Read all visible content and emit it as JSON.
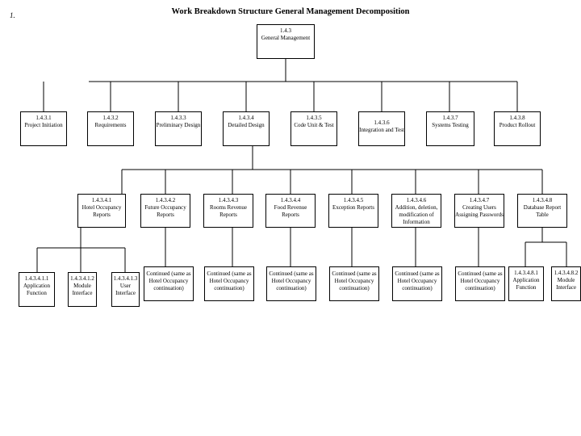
{
  "page_number": "1.",
  "title": "Work Breakdown Structure General Management Decomposition",
  "root": {
    "id": "1.4.3",
    "name": "General Management"
  },
  "level2": [
    {
      "id": "1.4.3.1",
      "name": "Project Initiation"
    },
    {
      "id": "1.4.3.2",
      "name": "Requirements"
    },
    {
      "id": "1.4.3.3",
      "name": "Preliminary Design"
    },
    {
      "id": "1.4.3.4",
      "name": "Detailed Design"
    },
    {
      "id": "1.4.3.5",
      "name": "Code Unit & Test"
    },
    {
      "id": "1.4.3.6",
      "name": "Integration and Test"
    },
    {
      "id": "1.4.3.7",
      "name": "Systems Testing"
    },
    {
      "id": "1.4.3.8",
      "name": "Product Rollout"
    }
  ],
  "level3": [
    {
      "id": "1.4.3.4.1",
      "name": "Hotel Occupancy Reports"
    },
    {
      "id": "1.4.3.4.2",
      "name": "Future Occupancy Reports"
    },
    {
      "id": "1.4.3.4.3",
      "name": "Rooms Revenue Reports"
    },
    {
      "id": "1.4.3.4.4",
      "name": "Food Revenue Reports"
    },
    {
      "id": "1.4.3.4.5",
      "name": "Exception Reports"
    },
    {
      "id": "1.4.3.4.6",
      "name": "Addition, deletion, modification of Information"
    },
    {
      "id": "1.4.3.4.7",
      "name": "Creating Users Assigning Passwords"
    },
    {
      "id": "1.4.3.4.8",
      "name": "Database Report Table"
    }
  ],
  "level4": [
    {
      "id": "1.4.3.4.1.1",
      "name": "Application Function"
    },
    {
      "id": "1.4.3.4.1.2",
      "name": "Module Interface"
    },
    {
      "id": "1.4.3.4.1.3",
      "name": "User Interface"
    },
    {
      "id": "",
      "name": "Continued (same as Hotel Occupancy continuation)"
    },
    {
      "id": "",
      "name": "Continued (same as Hotel Occupancy continuation)"
    },
    {
      "id": "",
      "name": "Continued (same as Hotel Occupancy continuation)"
    },
    {
      "id": "",
      "name": "Continued (same as Hotel Occupancy continuation)"
    },
    {
      "id": "",
      "name": "Continued (same as Hotel Occupancy continuation)"
    },
    {
      "id": "",
      "name": "Continued (same as Hotel Occupancy continuation)"
    },
    {
      "id": "1.4.3.4.8.1",
      "name": "Application Function"
    },
    {
      "id": "1.4.3.4.8.2",
      "name": "Module Interface"
    }
  ]
}
